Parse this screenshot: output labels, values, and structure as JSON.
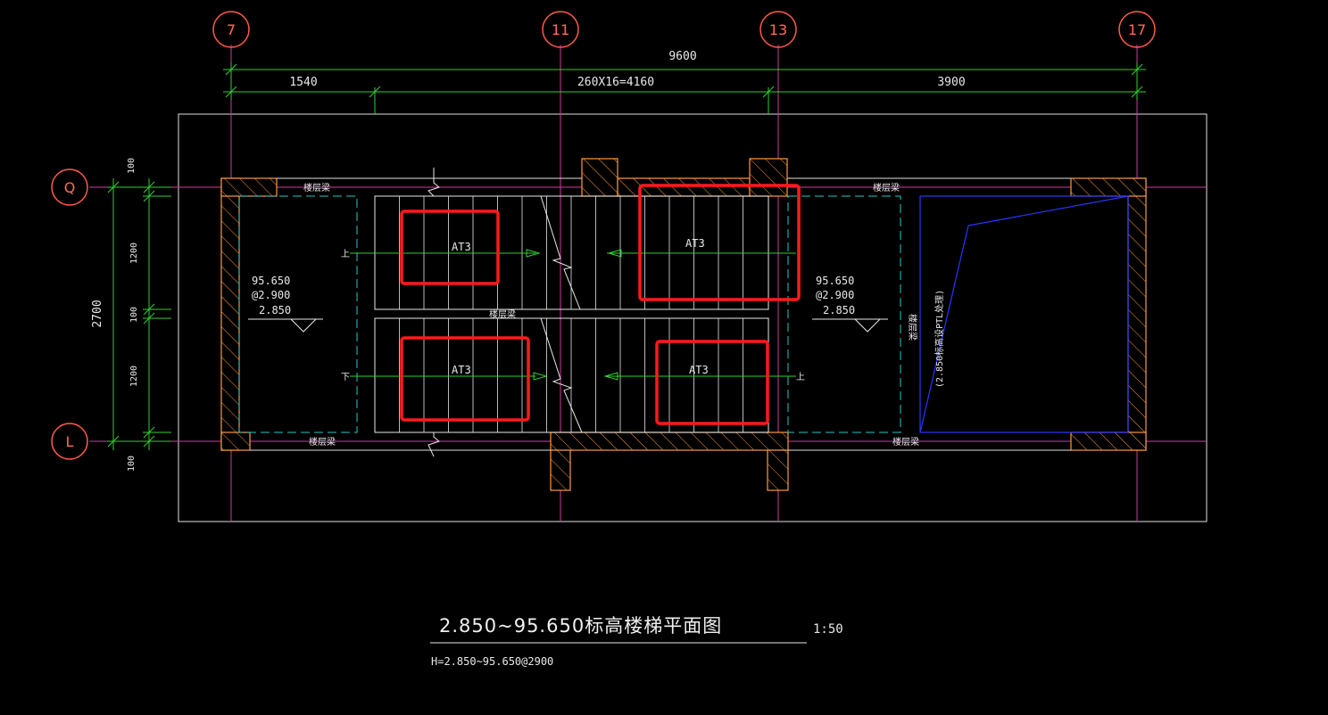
{
  "drawing": {
    "title": "2.850~95.650标高楼梯平面图",
    "scale": "1:50",
    "subtitle": "H=2.850~95.650@2900"
  },
  "axes": {
    "columns": [
      "7",
      "11",
      "13",
      "17"
    ],
    "rows": [
      "Q",
      "L"
    ]
  },
  "dimensions": {
    "overall": "9600",
    "left_segment": "1540",
    "middle_segment": "260X16=4160",
    "right_segment": "3900",
    "vertical_total": "2700",
    "v_top": "100",
    "v_flight1": "1200",
    "v_mid": "100",
    "v_flight2": "1200",
    "v_bottom": "100"
  },
  "labels": {
    "stair_ref": "AT3",
    "up": "上",
    "down": "下",
    "beam": "楼层梁",
    "landing_left": [
      "95.650",
      "@2.900",
      "2.850"
    ],
    "landing_right": [
      "95.650",
      "@2.900",
      "2.850"
    ],
    "blue_note": "(2.850标高设PTL处理)"
  },
  "colors": {
    "background": "#000000",
    "axis_circle": "#ff5a4a",
    "grid_line": "#ff3aa8",
    "dimension": "#2fd12f",
    "wall": "#ff9a3c",
    "highlight": "#ff1a1a",
    "dashed": "#25c8c8",
    "blue": "#2a35ff"
  }
}
